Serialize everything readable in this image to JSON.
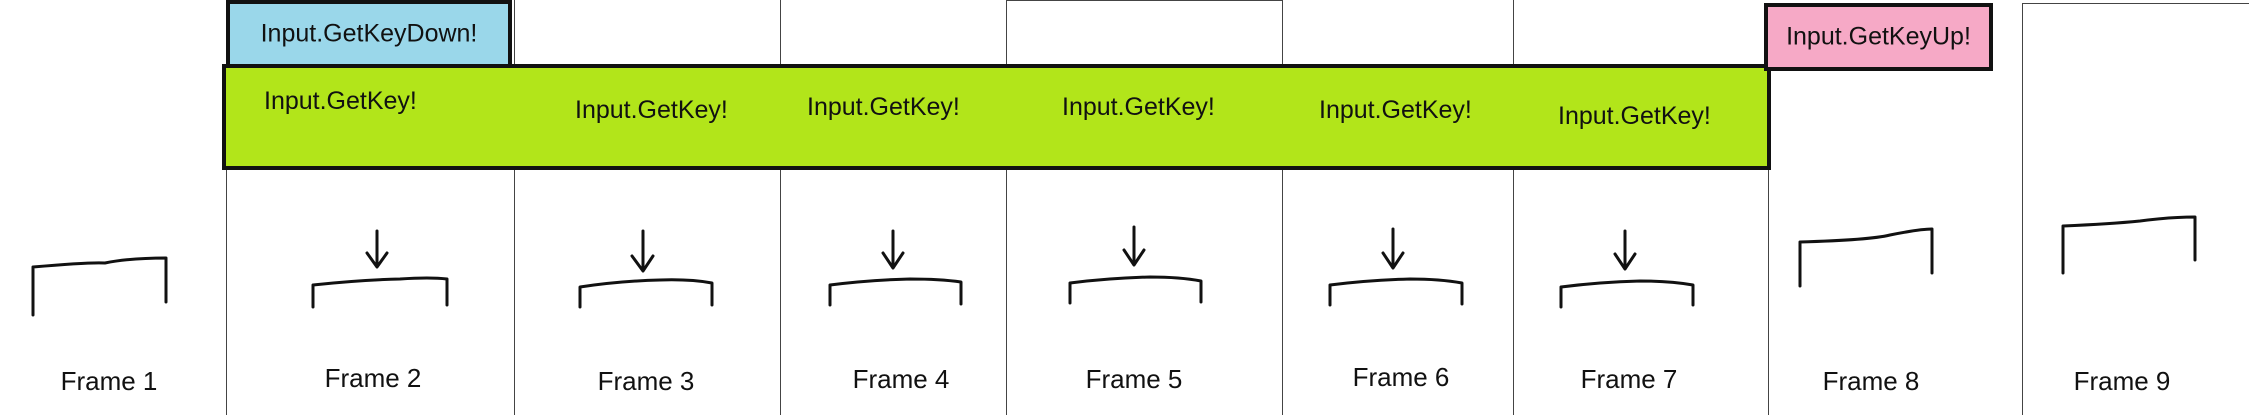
{
  "frames": [
    {
      "label": "Frame 1",
      "key": "",
      "state": "up"
    },
    {
      "label": "Frame 2",
      "key": "Input.GetKey!",
      "state": "down"
    },
    {
      "label": "Frame 3",
      "key": "Input.GetKey!",
      "state": "down"
    },
    {
      "label": "Frame 4",
      "key": "Input.GetKey!",
      "state": "down"
    },
    {
      "label": "Frame 5",
      "key": "Input.GetKey!",
      "state": "down"
    },
    {
      "label": "Frame 6",
      "key": "Input.GetKey!",
      "state": "down"
    },
    {
      "label": "Frame 7",
      "key": "Input.GetKey!",
      "state": "down"
    },
    {
      "label": "Frame 8",
      "key": "",
      "state": "up"
    },
    {
      "label": "Frame 9",
      "key": "",
      "state": "up"
    }
  ],
  "events": {
    "key_down": "Input.GetKeyDown!",
    "key_up": "Input.GetKeyUp!"
  },
  "colors": {
    "key_band": "#b2e51a",
    "key_down": "#9ad7ea",
    "key_up": "#f6a9c6"
  },
  "icons": {
    "pressed": "pressed-key-sketch-icon",
    "released": "released-key-sketch-icon",
    "press": "down-arrow-icon"
  }
}
